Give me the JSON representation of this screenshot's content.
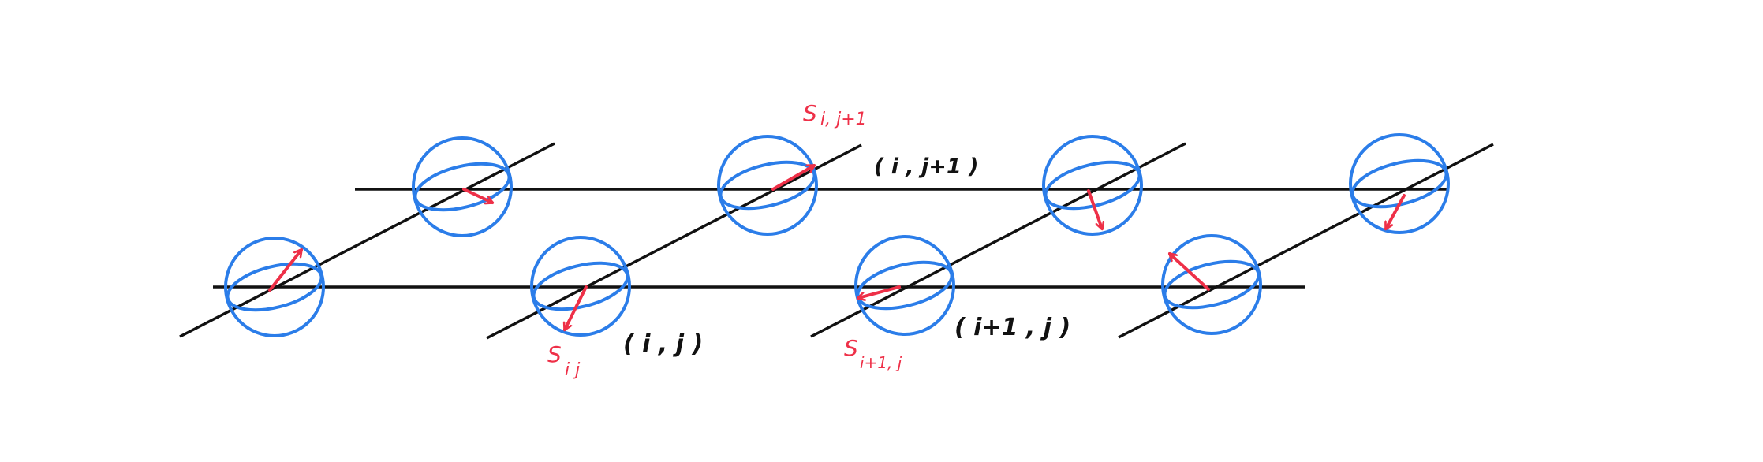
{
  "colors": {
    "sphere": "#2b7de9",
    "spin": "#ee3048",
    "lattice": "#111111",
    "background": "#ffffff"
  },
  "labels": {
    "spin_ij": "S",
    "spin_ij_sub": "i j",
    "site_ij": "( i , j )",
    "spin_ij1": "S",
    "spin_ij1_sub": "i, j+1",
    "site_ij1": "( i , j+1 )",
    "spin_i1j": "S",
    "spin_i1j_sub": "i+1, j",
    "site_i1j": "( i+1 , j )"
  },
  "lattice": {
    "rows": 2,
    "columns": 4,
    "spins": [
      {
        "row": "front",
        "col": 0,
        "direction": "up-right"
      },
      {
        "row": "front",
        "col": 1,
        "direction": "down-left"
      },
      {
        "row": "front",
        "col": 2,
        "direction": "left"
      },
      {
        "row": "front",
        "col": 3,
        "direction": "up-left"
      },
      {
        "row": "back",
        "col": 0,
        "direction": "right-down"
      },
      {
        "row": "back",
        "col": 1,
        "direction": "up-right"
      },
      {
        "row": "back",
        "col": 2,
        "direction": "down"
      },
      {
        "row": "back",
        "col": 3,
        "direction": "down-left"
      }
    ]
  }
}
